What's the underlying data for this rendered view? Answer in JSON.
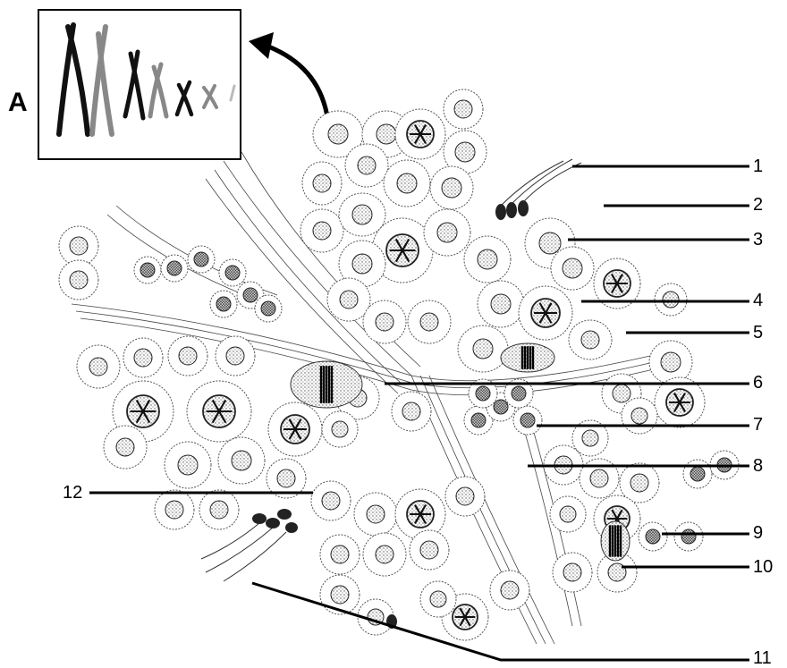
{
  "inset": {
    "letter": "A"
  },
  "labels": [
    "1",
    "2",
    "3",
    "4",
    "5",
    "6",
    "7",
    "8",
    "9",
    "10",
    "11",
    "12"
  ]
}
